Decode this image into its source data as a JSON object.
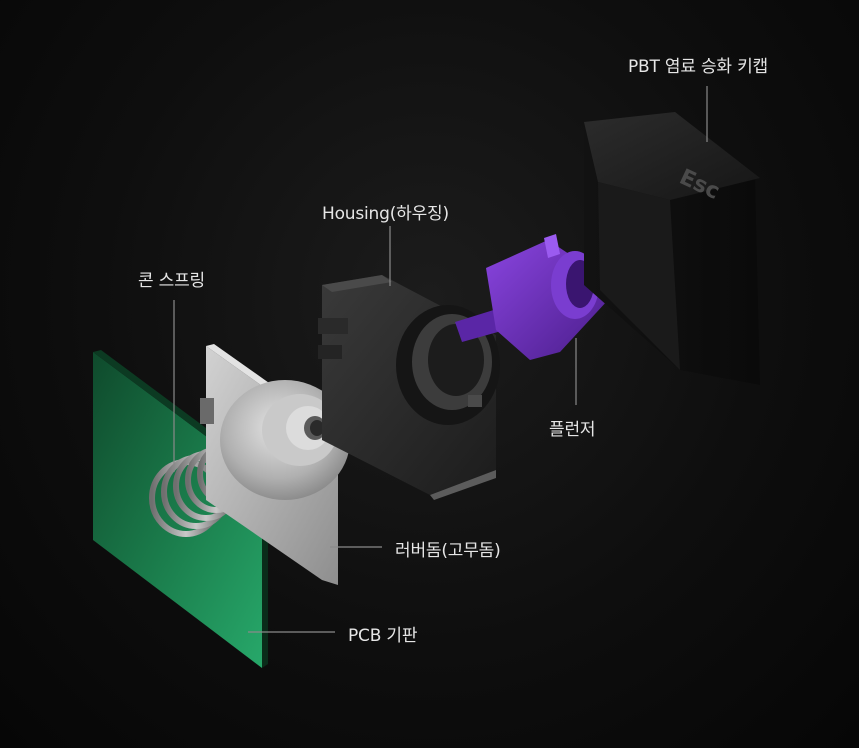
{
  "diagram": {
    "labels": {
      "keycap": "PBT 염료 승화 키캡",
      "housing": "Housing(하우징)",
      "spring": "콘 스프링",
      "plunger": "플런저",
      "rubber_dome": "러버돔(고무돔)",
      "pcb": "PCB 기판"
    },
    "keycap_legend": "Esc",
    "colors": {
      "pcb": "#1f8f5a",
      "plunger": "#6b2fb8",
      "keycap": "#232323",
      "housing": "#2e2e2e",
      "rubber_dome": "#b9b9b9",
      "spring": "#9a9a9a",
      "background": "#0e0e0e"
    }
  }
}
